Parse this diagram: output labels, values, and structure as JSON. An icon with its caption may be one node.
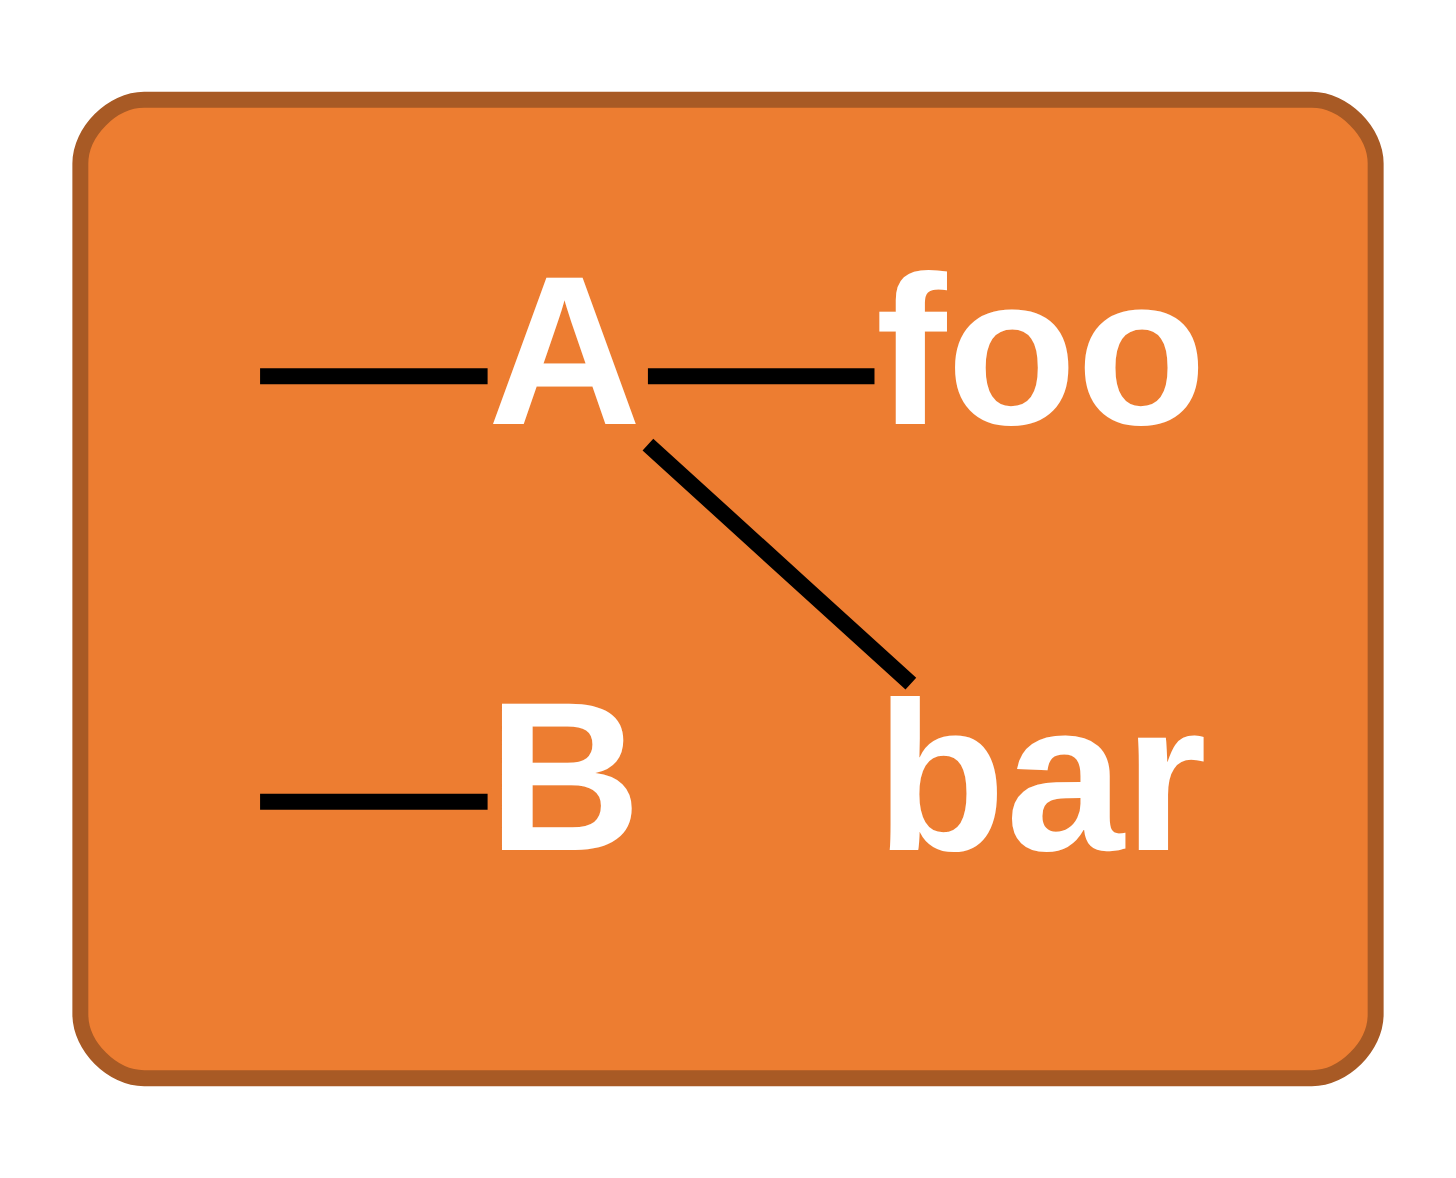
{
  "diagram": {
    "nodes": [
      {
        "text": [],
        "shape": "box"
      },
      {
        "text": [
          "A"
        ],
        "in": 0
      },
      {
        "text": [
          "bar"
        ],
        "in": 0
      },
      {
        "text": [
          "foo"
        ],
        "in": 0
      },
      {
        "text": [
          "B"
        ],
        "in": 0
      }
    ],
    "edges": [
      {
        "from": null,
        "to": 1,
        "arrow": "none"
      },
      {
        "from": null,
        "to": 4,
        "arrow": "none"
      },
      {
        "from": 1,
        "to": 2,
        "arrow": "none"
      },
      {
        "from": 1,
        "to": 3,
        "arrow": "none"
      }
    ]
  }
}
